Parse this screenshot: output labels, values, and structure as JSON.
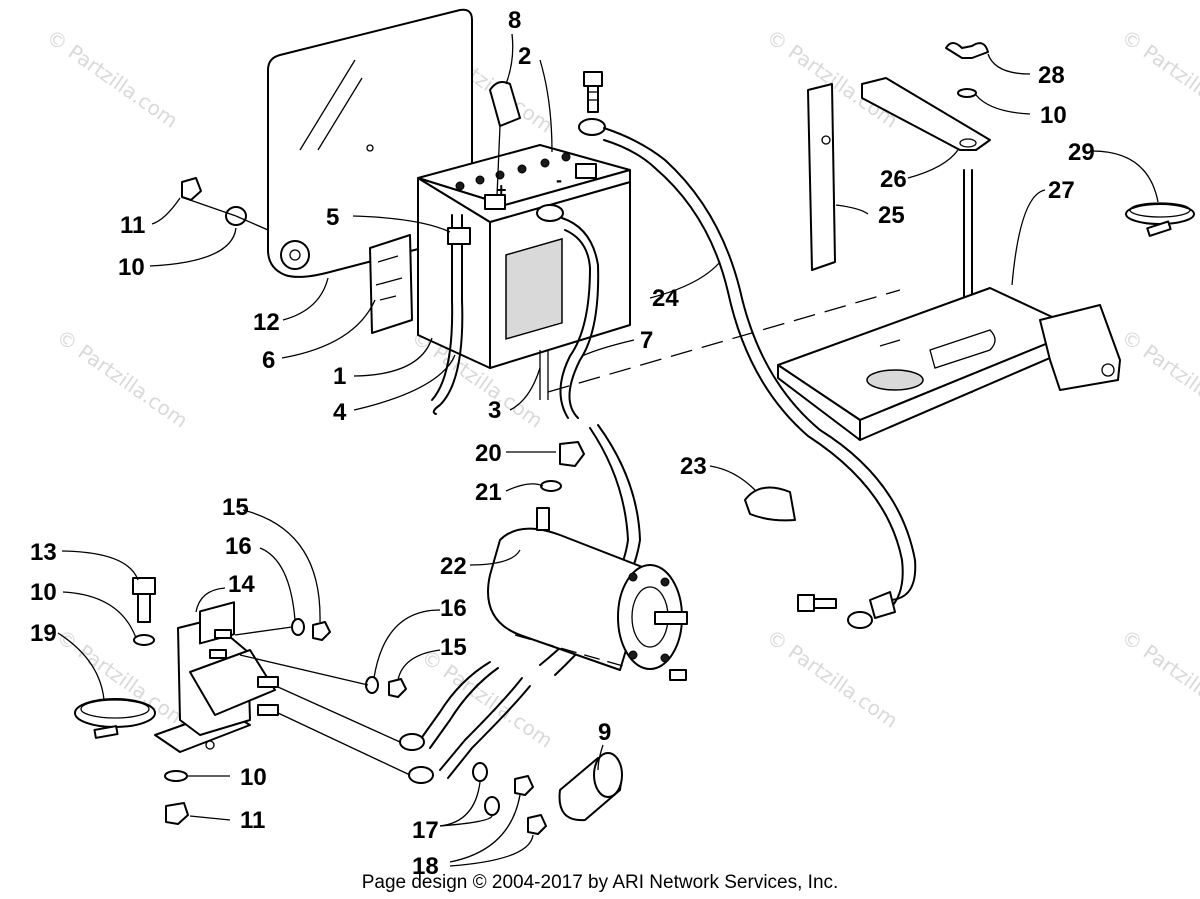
{
  "callouts": [
    {
      "id": "c1",
      "label": "1"
    },
    {
      "id": "c2",
      "label": "2"
    },
    {
      "id": "c3",
      "label": "3"
    },
    {
      "id": "c4",
      "label": "4"
    },
    {
      "id": "c5",
      "label": "5"
    },
    {
      "id": "c6",
      "label": "6"
    },
    {
      "id": "c7",
      "label": "7"
    },
    {
      "id": "c8",
      "label": "8"
    },
    {
      "id": "c9",
      "label": "9"
    },
    {
      "id": "c10a",
      "label": "10"
    },
    {
      "id": "c10b",
      "label": "10"
    },
    {
      "id": "c10c",
      "label": "10"
    },
    {
      "id": "c10d",
      "label": "10"
    },
    {
      "id": "c11a",
      "label": "11"
    },
    {
      "id": "c11b",
      "label": "11"
    },
    {
      "id": "c12",
      "label": "12"
    },
    {
      "id": "c13",
      "label": "13"
    },
    {
      "id": "c14",
      "label": "14"
    },
    {
      "id": "c15a",
      "label": "15"
    },
    {
      "id": "c15b",
      "label": "15"
    },
    {
      "id": "c16a",
      "label": "16"
    },
    {
      "id": "c16b",
      "label": "16"
    },
    {
      "id": "c17",
      "label": "17"
    },
    {
      "id": "c18",
      "label": "18"
    },
    {
      "id": "c19",
      "label": "19"
    },
    {
      "id": "c20",
      "label": "20"
    },
    {
      "id": "c21",
      "label": "21"
    },
    {
      "id": "c22",
      "label": "22"
    },
    {
      "id": "c23",
      "label": "23"
    },
    {
      "id": "c24",
      "label": "24"
    },
    {
      "id": "c25",
      "label": "25"
    },
    {
      "id": "c26",
      "label": "26"
    },
    {
      "id": "c27",
      "label": "27"
    },
    {
      "id": "c28",
      "label": "28"
    },
    {
      "id": "c29",
      "label": "29"
    }
  ],
  "watermark": "© Partzilla.com",
  "footer": "Page design © 2004-2017 by ARI Network Services, Inc."
}
